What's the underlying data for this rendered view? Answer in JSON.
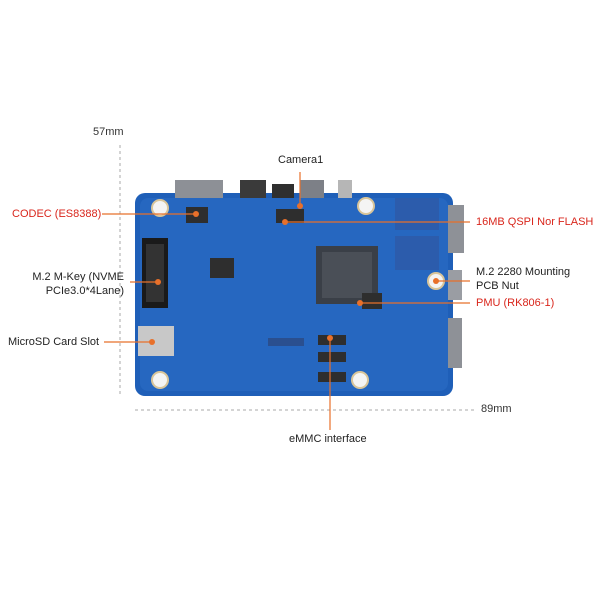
{
  "dimensions": {
    "width_label": "57mm",
    "length_label": "89mm"
  },
  "callouts": {
    "camera": "Camera1",
    "codec": "CODEC (ES8388)",
    "qspi": "16MB QSPI Nor FLASH",
    "m2_key_line1": "M.2 M-Key (NVME",
    "m2_key_line2": "PCIe3.0*4Lane)",
    "m2_nut_line1": "M.2 2280 Mounting",
    "m2_nut_line2": "PCB Nut",
    "pmu": "PMU (RK806-1)",
    "microsd": "MicroSD Card Slot",
    "emmc": "eMMC interface"
  },
  "colors": {
    "board": "#1f5fb8",
    "accent": "#e8702a",
    "highlight_text": "#d9261c"
  }
}
